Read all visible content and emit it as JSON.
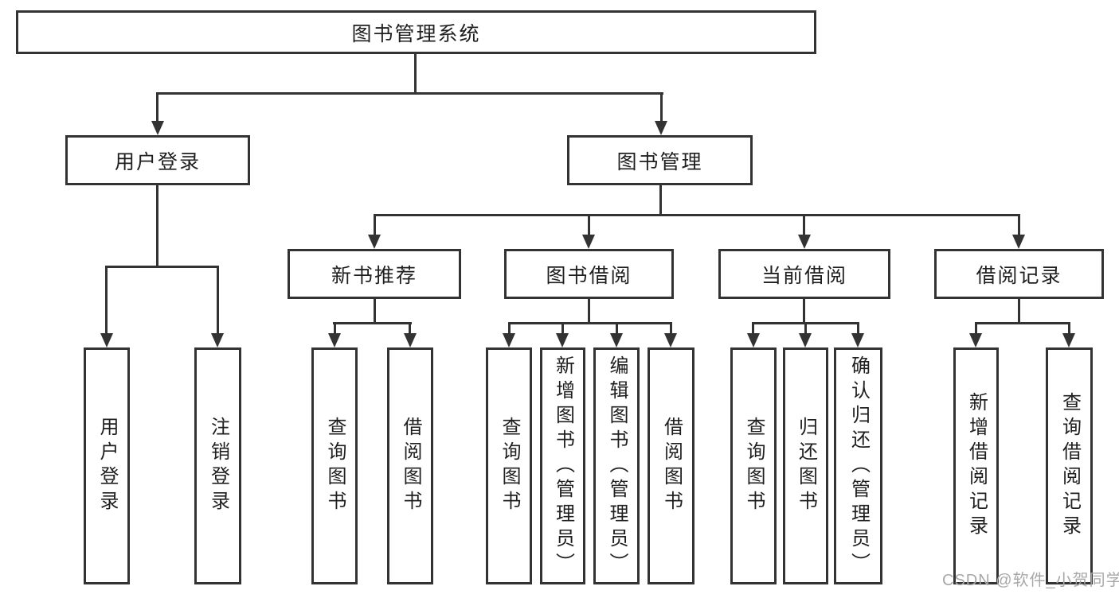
{
  "watermark": "CSDN @软件_小贺同学",
  "colors": {
    "line": "#333333",
    "box_background": "#ffffff",
    "text": "#1f1f1f",
    "watermark": "#a8a8a8"
  },
  "tree": {
    "root": "图书管理系统",
    "children": [
      {
        "label": "用户登录",
        "children": [
          "用户登录",
          "注销登录"
        ]
      },
      {
        "label": "图书管理",
        "children": [
          {
            "label": "新书推荐",
            "children": [
              "查询图书",
              "借阅图书"
            ]
          },
          {
            "label": "图书借阅",
            "children": [
              "查询图书",
              "新增图书（管理员）",
              "编辑图书（管理员）",
              "借阅图书"
            ]
          },
          {
            "label": "当前借阅",
            "children": [
              "查询图书",
              "归还图书",
              "确认归还（管理员）"
            ]
          },
          {
            "label": "借阅记录",
            "children": [
              "新增借阅记录",
              "查询借阅记录"
            ]
          }
        ]
      }
    ]
  }
}
